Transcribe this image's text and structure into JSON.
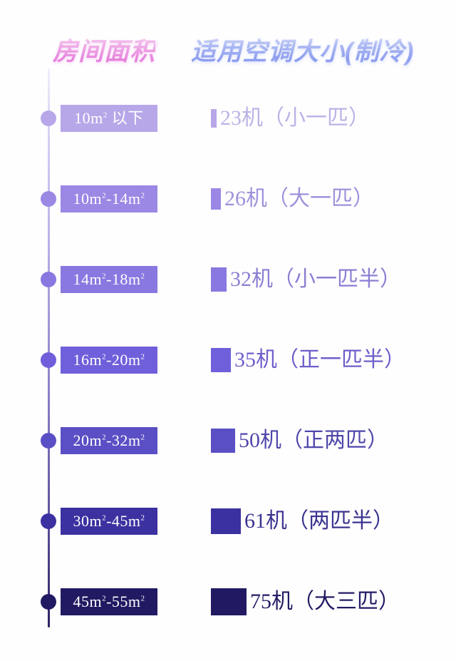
{
  "headers": {
    "area": "房间面积",
    "ac_size": "适用空调大小(制冷)",
    "area_color": "#e87fdc",
    "ac_size_color": "#8c9cf0"
  },
  "chart_data": {
    "type": "table",
    "title": "房间面积 / 适用空调大小(制冷)",
    "columns": [
      "房间面积",
      "适用空调大小(制冷)"
    ],
    "rows": [
      {
        "area": "10m² 以下",
        "area_prefix": "10",
        "area_unit": "m",
        "area_suffix": "以下",
        "capacity_code": "23",
        "capacity": "23机（小一匹）",
        "horsepower": "小一匹",
        "color": "#b7a7e8",
        "swatch_w": 8,
        "swatch_h": 26,
        "text_color": "#bdb2e6"
      },
      {
        "area": "10m²-14m²",
        "capacity_code": "26",
        "capacity": "26机（大一匹）",
        "horsepower": "大一匹",
        "color": "#9b87e4",
        "swatch_w": 14,
        "swatch_h": 30,
        "text_color": "#9e92db"
      },
      {
        "area": "14m²-18m²",
        "capacity_code": "32",
        "capacity": "32机（小一匹半）",
        "horsepower": "小一匹半",
        "color": "#8878e0",
        "swatch_w": 22,
        "swatch_h": 34,
        "text_color": "#8a7fd3"
      },
      {
        "area": "16m²-20m²",
        "capacity_code": "35",
        "capacity": "35机（正一匹半）",
        "horsepower": "正一匹半",
        "color": "#6f5fdb",
        "swatch_w": 28,
        "swatch_h": 34,
        "text_color": "#6d5fca"
      },
      {
        "area": "20m²-32m²",
        "capacity_code": "50",
        "capacity": "50机（正两匹）",
        "horsepower": "正两匹",
        "color": "#5a4fc4",
        "swatch_w": 34,
        "swatch_h": 34,
        "text_color": "#4f47ab"
      },
      {
        "area": "30m²-45m²",
        "capacity_code": "61",
        "capacity": "61机（两匹半）",
        "horsepower": "两匹半",
        "color": "#3b31a0",
        "swatch_w": 42,
        "swatch_h": 36,
        "text_color": "#3b3490"
      },
      {
        "area": "45m²-55m²",
        "capacity_code": "75",
        "capacity": "75机（大三匹）",
        "horsepower": "大三匹",
        "color": "#211a62",
        "swatch_w": 50,
        "swatch_h": 38,
        "text_color": "#221c63"
      }
    ],
    "axis_gradient": [
      "#f1eefb",
      "#b7aee6",
      "#2b2363"
    ],
    "legend": "none",
    "grid": false
  }
}
